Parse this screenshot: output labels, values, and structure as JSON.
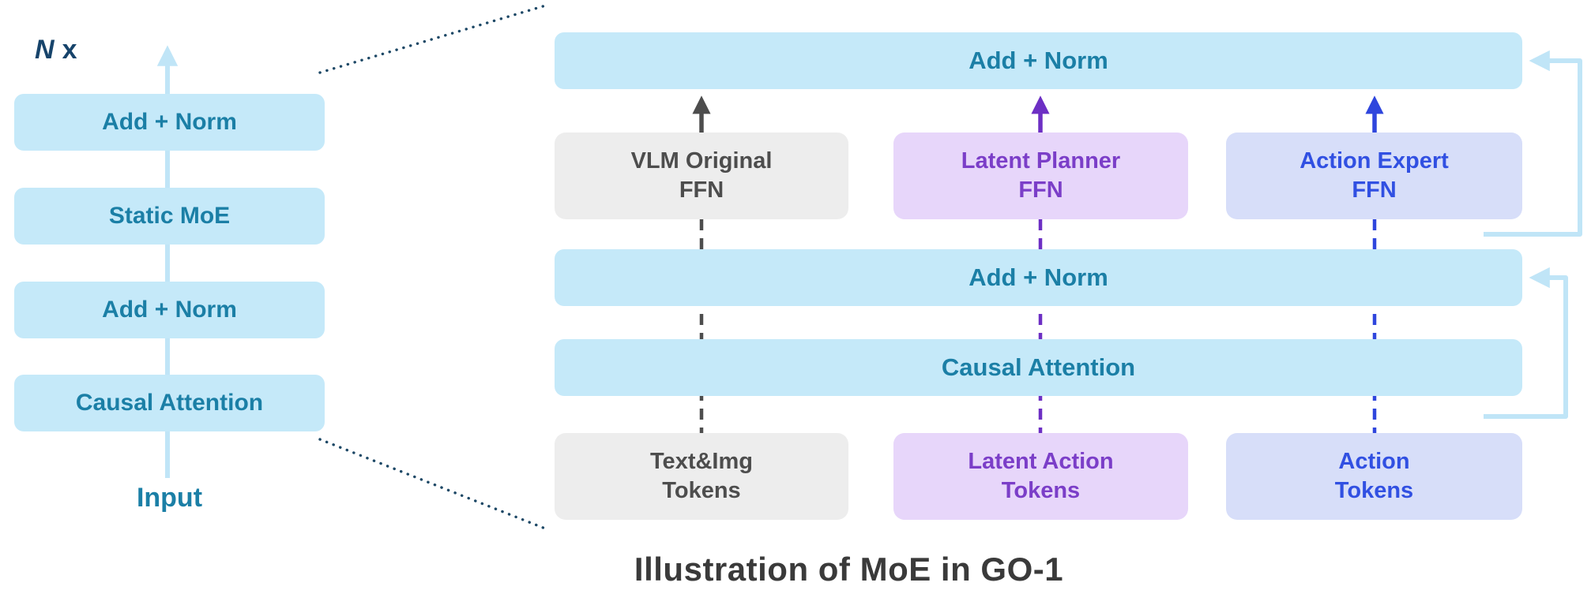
{
  "left_stack": {
    "repeat_n": "N",
    "repeat_x": "x",
    "boxes": [
      {
        "label": "Add + Norm"
      },
      {
        "label": "Static MoE"
      },
      {
        "label": "Add + Norm"
      },
      {
        "label": "Causal Attention"
      }
    ],
    "input_label": "Input"
  },
  "right": {
    "layers": {
      "top_add_norm": "Add + Norm",
      "mid_add_norm": "Add + Norm",
      "causal_attention": "Causal Attention"
    },
    "ffn": [
      {
        "label": "VLM Original\nFFN",
        "fill": "#ededed",
        "text_color": "#4d4d4d"
      },
      {
        "label": "Latent Planner\nFFN",
        "fill": "#e7d6fa",
        "text_color": "#7b3ec8"
      },
      {
        "label": "Action Expert\nFFN",
        "fill": "#d7def9",
        "text_color": "#3150e2"
      }
    ],
    "tokens": [
      {
        "label": "Text&Img\nTokens",
        "fill": "#ededed",
        "text_color": "#4d4d4d"
      },
      {
        "label": "Latent Action\nTokens",
        "fill": "#e7d6fa",
        "text_color": "#7b3ec8"
      },
      {
        "label": "Action\nTokens",
        "fill": "#d7def9",
        "text_color": "#3150e2"
      }
    ]
  },
  "caption": "Illustration of MoE in GO-1",
  "connectors": {
    "left_flow_arrow": "light-blue-up-arrow",
    "ffn_to_addnorm_arrows": [
      "gray-up-arrow",
      "purple-up-arrow",
      "blue-up-arrow"
    ],
    "token_to_ffn_lines": [
      "gray-dashed-line",
      "purple-dashed-line",
      "blue-dashed-line"
    ],
    "residual_skips": [
      "lower-residual-left-arrow",
      "upper-residual-left-arrow"
    ],
    "expansion_guides": [
      "top-dotted-line",
      "bottom-dotted-line"
    ]
  },
  "colors": {
    "layer_fill": "#c5e9f9",
    "layer_text": "#1b7fa6",
    "residual_line": "#c0e5f7",
    "dotted_guide": "#1d4866",
    "arrow_gray": "#4d4d4d",
    "arrow_purple": "#6d2fc4",
    "arrow_blue": "#2f46dd",
    "caption_text": "#3a3a3a",
    "repeat_label_text": "#17446b"
  }
}
